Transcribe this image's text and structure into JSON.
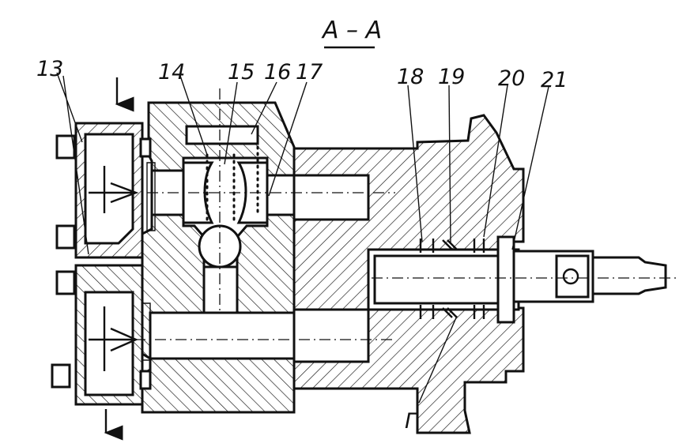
{
  "section_label": "A – A",
  "callouts": [
    "13",
    "14",
    "15",
    "16",
    "17",
    "18",
    "19",
    "20",
    "21",
    "Г"
  ]
}
